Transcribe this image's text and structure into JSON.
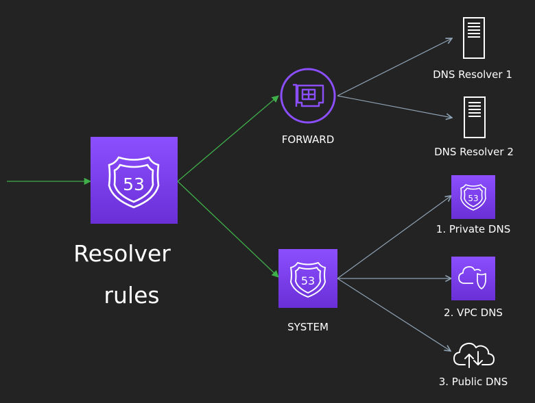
{
  "main_node": {
    "icon_text": "53",
    "label_line1": "Resolver",
    "label_line2": "rules"
  },
  "forward_node": {
    "label": "FORWARD"
  },
  "system_node": {
    "icon_text": "53",
    "label": "SYSTEM"
  },
  "targets": {
    "dns_resolver_1": "DNS Resolver 1",
    "dns_resolver_2": "DNS Resolver 2",
    "private_dns": {
      "icon_text": "53",
      "label": "1. Private DNS"
    },
    "vpc_dns": "2. VPC DNS",
    "public_dns": "3. Public DNS"
  },
  "colors": {
    "background": "#232323",
    "purple_top": "#8C4FFF",
    "purple_bottom": "#6A2FD6",
    "green_arrow": "#3FAF4A",
    "grey_arrow": "#8FA3B5",
    "icon_white": "#FFFFFF"
  }
}
